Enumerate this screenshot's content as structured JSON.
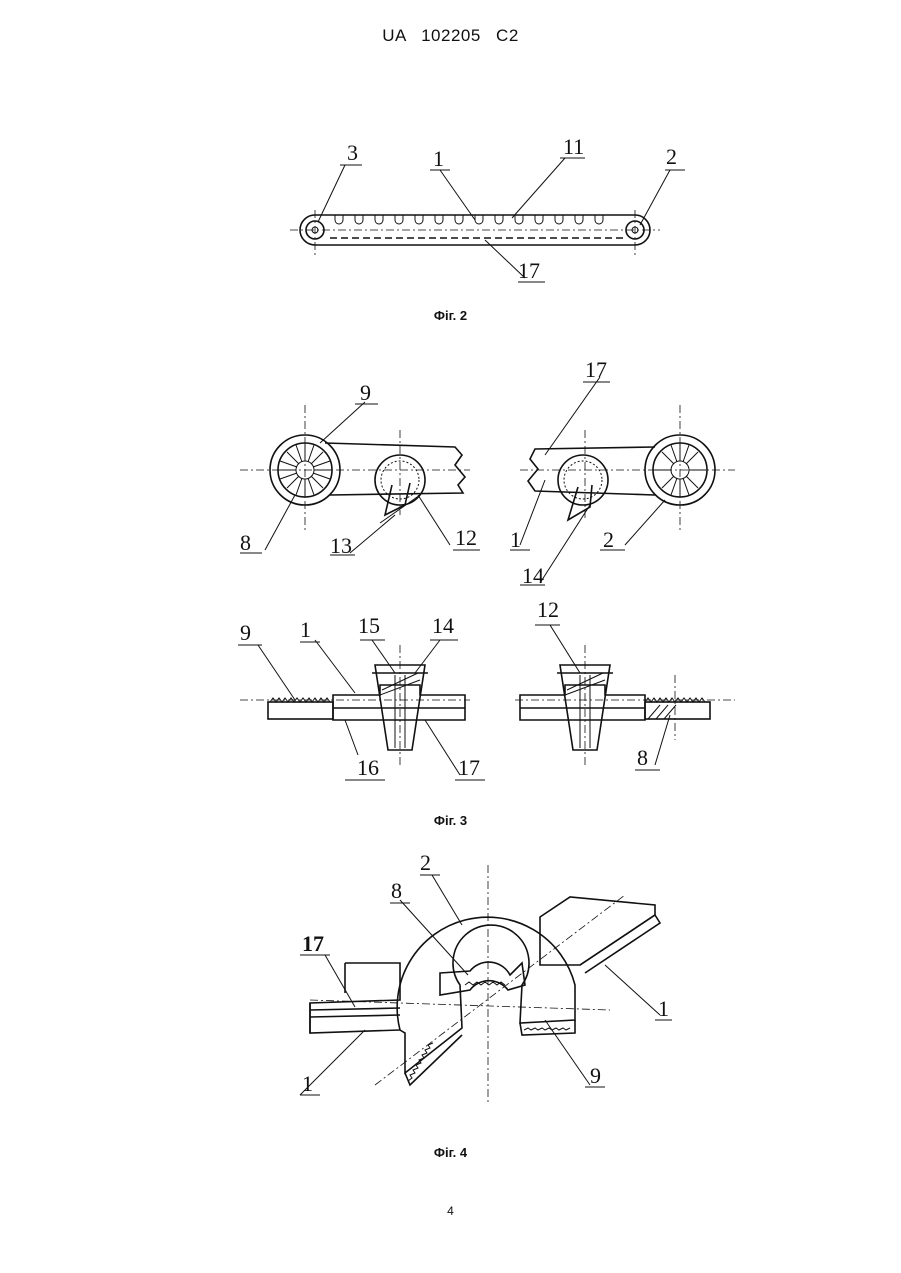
{
  "document": {
    "header": "UA   102205   C2",
    "page_number": "4"
  },
  "figures": [
    {
      "id": "fig2",
      "caption": "Фіг. 2",
      "labels": [
        "3",
        "1",
        "11",
        "2",
        "17"
      ]
    },
    {
      "id": "fig3",
      "caption": "Фіг. 3",
      "labels": [
        "9",
        "8",
        "13",
        "12",
        "17",
        "1",
        "14",
        "2",
        "9",
        "1",
        "15",
        "14",
        "16",
        "17",
        "12",
        "8"
      ]
    },
    {
      "id": "fig4",
      "caption": "Фіг. 4",
      "labels": [
        "2",
        "8",
        "17",
        "1",
        "1",
        "9"
      ]
    }
  ]
}
